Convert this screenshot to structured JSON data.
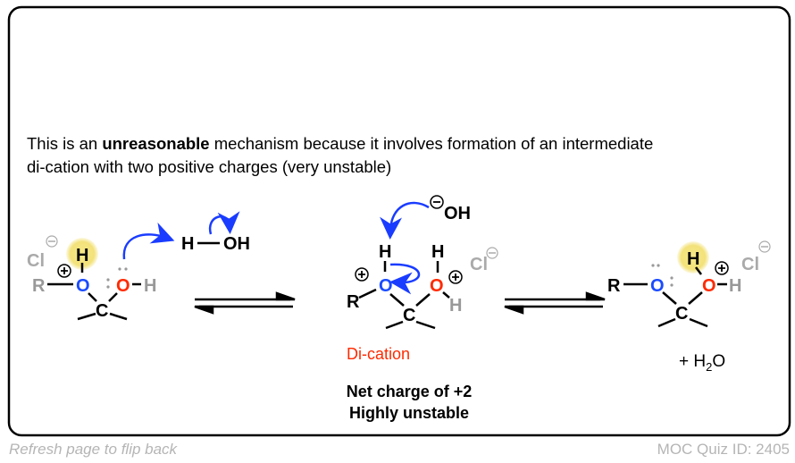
{
  "description": {
    "line1_pre": "This is an ",
    "line1_bold": "unreasonable",
    "line1_post": " mechanism because it involves formation of an intermediate",
    "line2": "di-cation with two positive charges (very unstable)"
  },
  "labels": {
    "dication": "Di-cation",
    "net_charge": "Net charge of +2",
    "unstable": "Highly unstable",
    "plus_water": "+ H",
    "water_sub": "2",
    "water_o": "O"
  },
  "atoms": {
    "Cl": "Cl",
    "H": "H",
    "O": "O",
    "R": "R",
    "C": "C",
    "OH": "OH"
  },
  "footer": {
    "refresh": "Refresh page to flip back",
    "quiz_id": "MOC Quiz ID: 2405"
  },
  "colors": {
    "blue_o": "#1a4bff",
    "red_o": "#ff2a00",
    "arrow": "#1a3cff",
    "gray": "#a0a0a0",
    "dication": "#ff2a00",
    "glow": "#f5e27a"
  }
}
